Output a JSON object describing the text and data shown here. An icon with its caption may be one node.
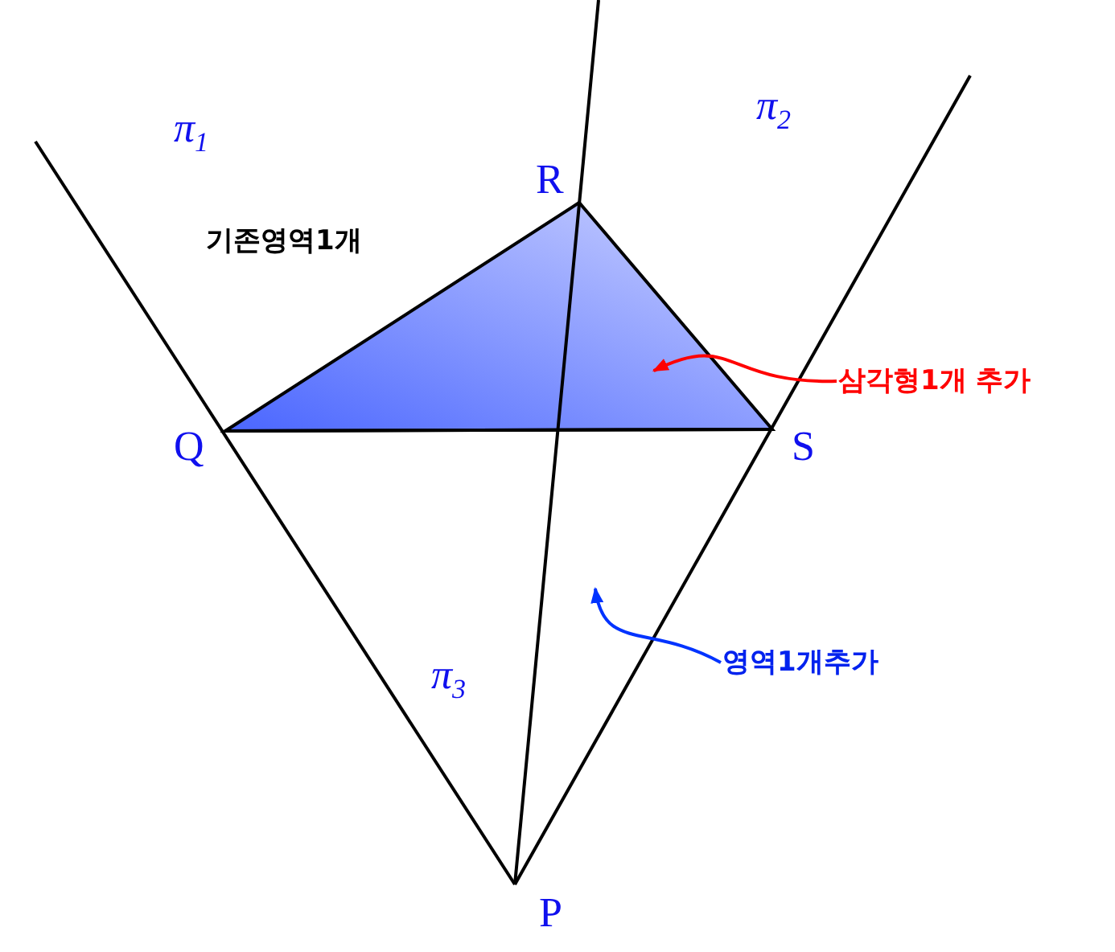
{
  "diagram": {
    "nodes": [
      {
        "text": [],
        "shape": "triangle"
      },
      {
        "text": [
          "삼각형1개 추가"
        ]
      },
      {
        "text": [
          "영역1개추가"
        ]
      }
    ],
    "edges": [
      {
        "from": 1,
        "to": 0,
        "arrow": "to",
        "color": "#ff0000"
      },
      {
        "from": 2,
        "to": null,
        "arrow": "to",
        "color": "#0033ff"
      }
    ],
    "labels": [
      "π$_{1}$",
      "π$_{2}$",
      "R",
      "기존영역1개",
      "Q",
      "S",
      "π$_{3}$",
      "P"
    ]
  }
}
